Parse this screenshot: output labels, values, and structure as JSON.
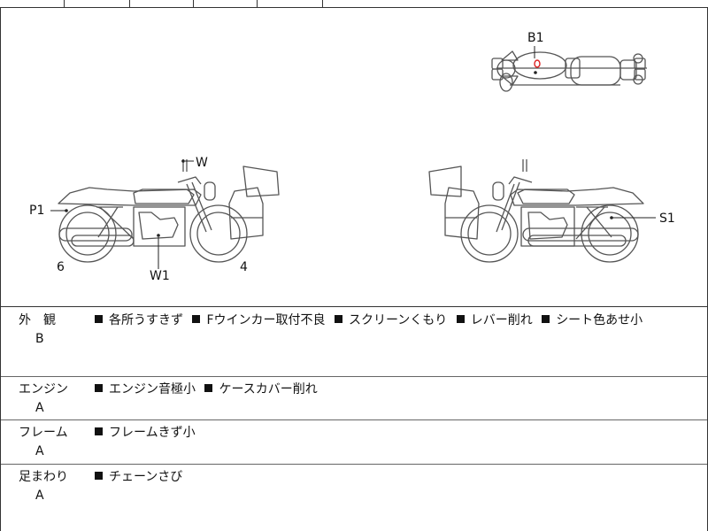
{
  "diagram": {
    "labels": {
      "b1": "B1",
      "w": "W",
      "p1": "P1",
      "w1": "W1",
      "six": "6",
      "four": "4",
      "s1": "S1"
    }
  },
  "sections": [
    {
      "category": "外　観",
      "grade": "B",
      "notes": [
        "各所うすきず",
        "Fウインカー取付不良",
        "スクリーンくもり",
        "レバー削れ",
        "シート色あせ小"
      ]
    },
    {
      "category": "エンジン",
      "grade": "A",
      "notes": [
        "エンジン音極小",
        "ケースカバー削れ"
      ]
    },
    {
      "category": "フレーム",
      "grade": "A",
      "notes": [
        "フレームきず小"
      ]
    },
    {
      "category": "足まわり",
      "grade": "A",
      "notes": [
        "チェーンさび"
      ]
    }
  ]
}
